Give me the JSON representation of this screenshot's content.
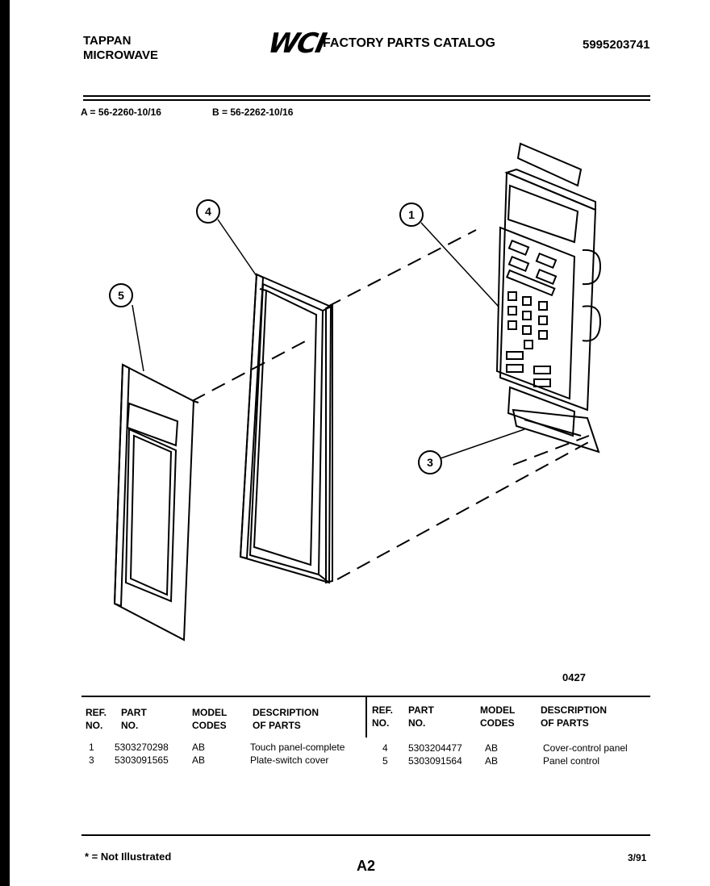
{
  "header": {
    "brand": "TAPPAN",
    "product": "MICROWAVE",
    "logo": "WCI",
    "catalog_title": "FACTORY PARTS CATALOG",
    "catalog_number": "5995203741"
  },
  "models": {
    "a": "A = 56-2260-10/16",
    "b": "B = 56-2262-10/16"
  },
  "diagram": {
    "figure_code": "0427",
    "callouts": [
      "1",
      "3",
      "4",
      "5"
    ]
  },
  "parts_table": {
    "headers": {
      "ref_no": [
        "REF.",
        "NO."
      ],
      "part_no": [
        "PART",
        "NO."
      ],
      "model_codes": [
        "MODEL",
        "CODES"
      ],
      "description": [
        "DESCRIPTION",
        "OF PARTS"
      ]
    },
    "left_rows": [
      {
        "ref": "1",
        "part": "5303270298",
        "codes": "AB",
        "desc": "Touch panel-complete"
      },
      {
        "ref": "3",
        "part": "5303091565",
        "codes": "AB",
        "desc": "Plate-switch cover"
      }
    ],
    "right_rows": [
      {
        "ref": "4",
        "part": "5303204477",
        "codes": "AB",
        "desc": "Cover-control panel"
      },
      {
        "ref": "5",
        "part": "5303091564",
        "codes": "AB",
        "desc": "Panel control"
      }
    ]
  },
  "footer": {
    "note": "* = Not Illustrated",
    "page": "A2",
    "date": "3/91"
  }
}
